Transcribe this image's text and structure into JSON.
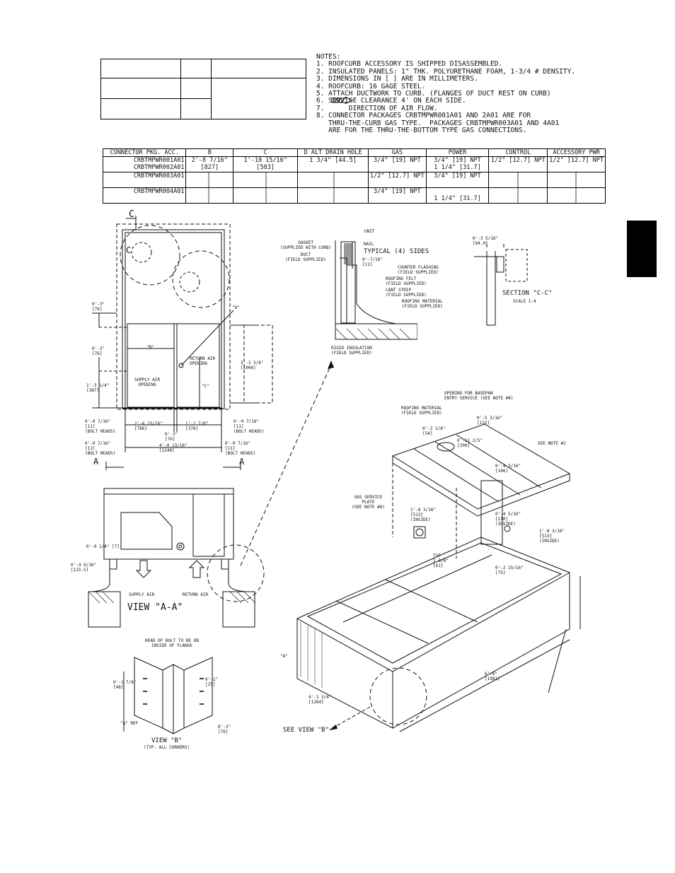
{
  "notes": {
    "heading": "NOTES:",
    "items": [
      "1. ROOFCURB ACCESSORY IS SHIPPED DISASSEMBLED.",
      "2. INSULATED PANELS: 1\" THK. POLYURETHANE FOAM, 1-3/4 # DENSITY.",
      "3. DIMENSIONS IN [ ] ARE IN MILLIMETERS.",
      "4. ROOFCURB: 16 GAGE STEEL.",
      "5. ATTACH DUCTWORK TO CURB. (FLANGES OF DUCT REST ON CURB)",
      "6. SERVICE CLEARANCE 4' ON EACH SIDE.",
      "7.      DIRECTION OF AIR FLOW.",
      "8. CONNECTOR PACKAGES CRBTMPWR001A01 AND 2A01 ARE FOR",
      "   THRU-THE-CURB GAS TYPE.  PACKAGES CRBTMPWR003A01 AND 4A01",
      "   ARE FOR THE THRU-THE-BOTTOM TYPE GAS CONNECTIONS."
    ]
  },
  "connector_table": {
    "headers": [
      "CONNECTOR PKG. ACC.",
      "B",
      "C",
      "D ALT DRAIN HOLE",
      "GAS",
      "POWER",
      "CONTROL",
      "ACCESSORY PWR"
    ],
    "rows": [
      {
        "pkg": "CRBTMPWR001A01\nCRBTMPWR002A01",
        "b": "2'-8 7/16\"\n[827]",
        "c": "1'-10 15/16\"\n[583]",
        "d": "1 3/4\" [44.5]",
        "gas": "3/4\" [19] NPT",
        "power": "3/4\" [19] NPT\n1 1/4\" [31.7]",
        "control": "1/2\" [12.7] NPT",
        "acc": "1/2\" [12.7] NPT"
      },
      {
        "pkg": "CRBTMPWR003A01",
        "b": "",
        "c": "",
        "d": "",
        "gas": "1/2\" [12.7] NPT",
        "power": "3/4\" [19] NPT",
        "control": "",
        "acc": ""
      },
      {
        "pkg": "CRBTMPWR004A01",
        "b": "",
        "c": "",
        "d": "",
        "gas": "3/4\" [19] NPT",
        "power": "\n1 1/4\" [31.7]",
        "control": "",
        "acc": ""
      }
    ]
  },
  "plan_view": {
    "section_mark": "C",
    "dims": {
      "d0_3_76": "0'-3\"\n[76]",
      "d0_3_76b": "0'-3\"\n[76]",
      "d1_3_14": "1'-3 1/4\"\n[387]",
      "d3_3_58": "3'-3 5/8\"\n[1006]",
      "d0_7_16_l": "0'-0 7/16\"\n[11]\n(BOLT HEADS)",
      "d0_7_16_r": "0'-0 7/16\"\n[11]\n(BOLT HEADS)",
      "d2_6": "2'-6 15/16\"\n[786]",
      "d1_2": "1'-2 7/8\"\n[378]",
      "d0_3c": "0'-3\"\n[76]",
      "d4_0": "4'-0 13/16\"\n[1240]",
      "d0_7_16_bl": "0'-0 7/16\"\n[11]\n(BOLT HEADS)",
      "d0_7_16_br": "0'-0 7/16\"\n[11]\n(BOLT HEADS)"
    },
    "labels": {
      "b": "\"B\"",
      "c": "\"C\"",
      "d": "\"D\"",
      "supply": "SUPPLY AIR\nOPENING",
      "return": "RETURN AIR\nOPENING",
      "section_a_left": "A",
      "section_a_right": "A"
    }
  },
  "flashing_detail": {
    "unit": "UNIT",
    "gasket": "GASKET\n(SUPPLIED WITH CURB)",
    "nail": "NAIL",
    "typical": "TYPICAL (4) SIDES",
    "duct": "DUCT\n(FIELD SUPPLIED)",
    "dim": "0'-7/16\"\n[11]",
    "counter": "COUNTER FLASHING\n(FIELD SUPPLIED)",
    "felt": "ROOFING FELT\n(FIELD SUPPLIED)",
    "cant": "CANT STRIP\n(FIELD SUPPLIED)",
    "roofing": "ROOFING MATERIAL\n(FIELD SUPPLIED)",
    "rigid": "RIGID INSULATION\n(FIELD SUPPLIED)"
  },
  "section_cc": {
    "dim": "0'-3 5/16\"\n[84.0]",
    "title": "SECTION \"C-C\"",
    "scale": "SCALE 1:4"
  },
  "view_aa": {
    "title": "VIEW \"A-A\"",
    "supply": "SUPPLY AIR",
    "return": "RETURN AIR",
    "dim1": "0'-0 1/4\" [7]",
    "dim2": "0'-4 9/16\"\n[115.5]"
  },
  "view_b": {
    "title": "VIEW \"B\"",
    "subtitle": "(TYP. ALL CORNERS)",
    "bolt_note": "HEAD OF BOLT TO BE ON\nINSIDE OF FLANGE",
    "dim1": "0'-1 7/8\"\n[48]",
    "dim2": "0'-1\"\n[25]",
    "dim3": "0'-3\"\n[76]",
    "ref": "\"A\" REF"
  },
  "iso_view": {
    "basepan": "OPENING FOR BASEPAN\nENTRY SERVICE (SEE NOTE #8)",
    "roofing": "ROOFING MATERIAL\n(FIELD SUPPLIED)",
    "d5_3": "0'-5 3/16\"\n[132]",
    "d2_1": "0'-2 1/8\"\n[54]",
    "d11": "0'-11 2/5\"\n[290]",
    "see_note2": "SEE NOTE #2",
    "d4_3": "0'-4 3/16\"\n[106]",
    "gas_plate": "GAS SERVICE\nPLATE\n(SEE NOTE #8)",
    "d1_8a": "1'-8 3/16\"\n[513]\n(INSIDE)",
    "d4_5": "0'-4 5/16\"\n[110]\n(INSIDE)",
    "d1_8b": "1'-8 3/16\"\n[513]\n(INSIDE)",
    "typ": "TYP\n2 3/8\"\n[61]",
    "d2_15": "0'-2 15/16\"\n[75]",
    "a": "\"A\"",
    "d4_1": "4'-1 3/4\"\n[1264]",
    "d6_6": "6'-6\"\n[1981]",
    "see_view_b": "SEE VIEW \"B\""
  },
  "colors": {
    "ink": "#111111",
    "tab": "#000000"
  }
}
